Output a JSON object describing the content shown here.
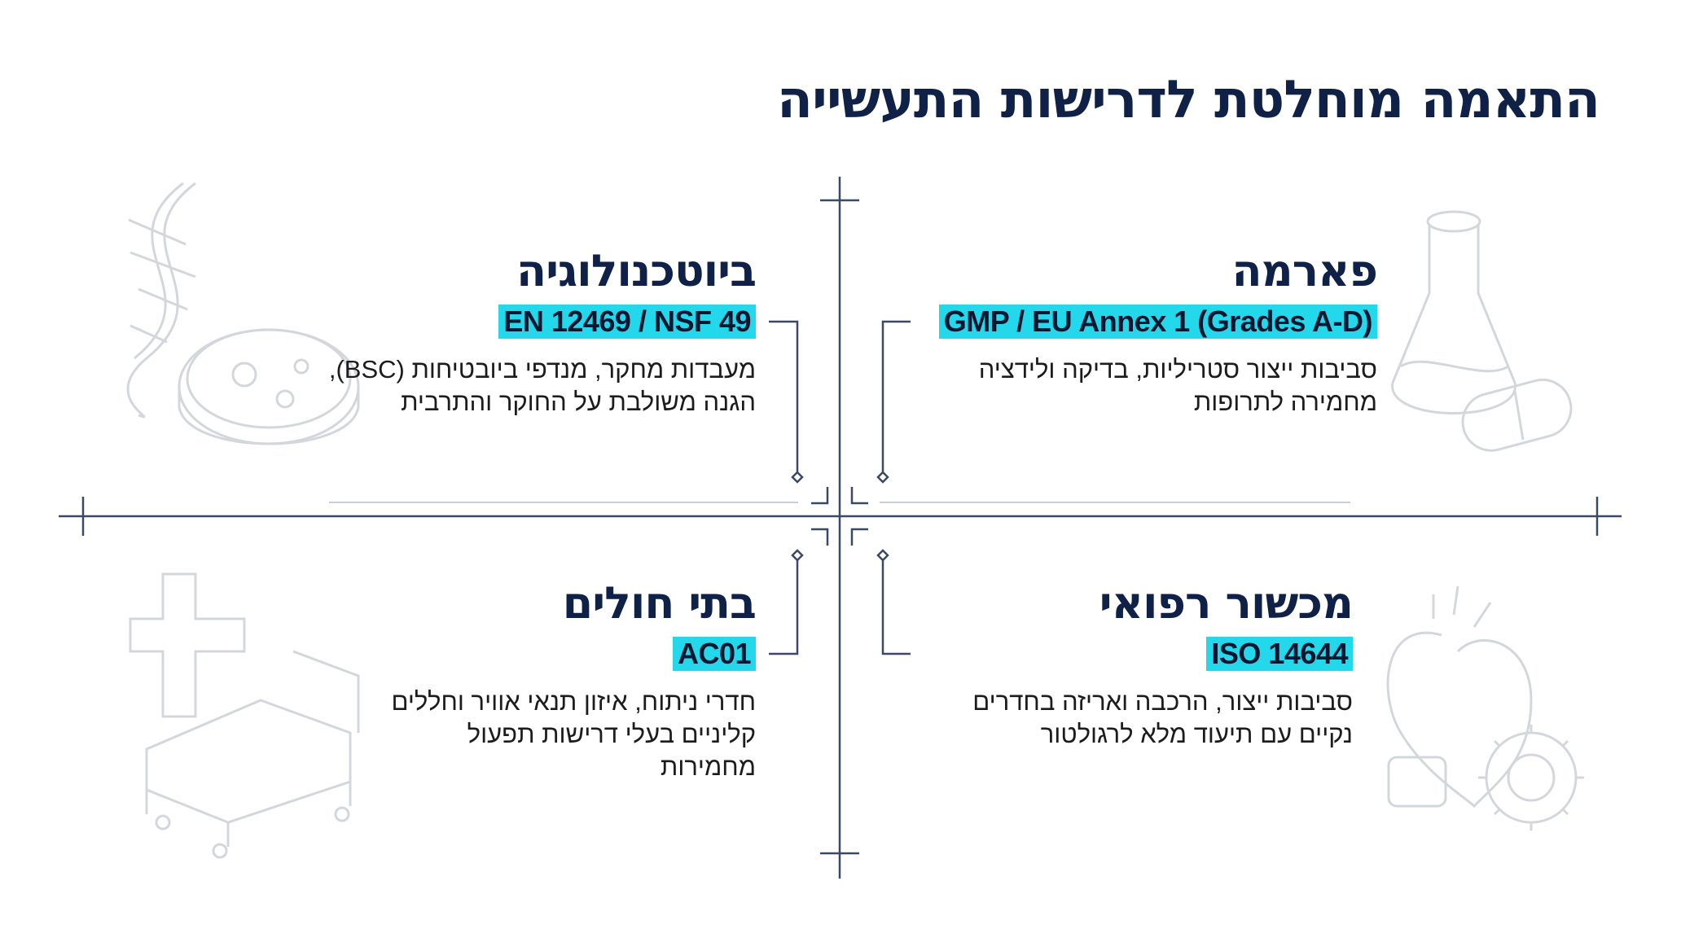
{
  "title": "התאמה מוחלטת לדרישות התעשייה",
  "colors": {
    "navy": "#0f2147",
    "badge": "#22d8ea",
    "axis": "#3a4a66",
    "illustration": "#d6d9de"
  },
  "quadrants": {
    "pharma": {
      "heading": "פארמה",
      "standard": "GMP / EU Annex 1 (Grades A-D)",
      "lines": [
        "סביבות ייצור סטריליות, בדיקה ולידציה",
        "מחמירה לתרופות"
      ],
      "icon": "flask-pill-icon"
    },
    "biotech": {
      "heading": "ביוטכנולוגיה",
      "standard": "EN 12469 / NSF 49",
      "lines": [
        "מעבדות מחקר, מנדפי ביובטיחות (BSC),",
        "הגנה משולבת על החוקר והתרבית"
      ],
      "icon": "dna-petri-icon"
    },
    "medical": {
      "heading": "מכשור רפואי",
      "standard": "ISO 14644",
      "lines": [
        "סביבות ייצור, הרכבה ואריזה בחדרים",
        "נקיים עם תיעוד מלא לרגולטור"
      ],
      "icon": "heart-gear-icon"
    },
    "hospitals": {
      "heading": "בתי חולים",
      "standard": "AC01",
      "lines": [
        "חדרי ניתוח, איזון תנאי אוויר וחללים",
        "קליניים בעלי דרישות תפעול",
        "מחמירות"
      ],
      "icon": "hospital-bed-icon"
    }
  }
}
